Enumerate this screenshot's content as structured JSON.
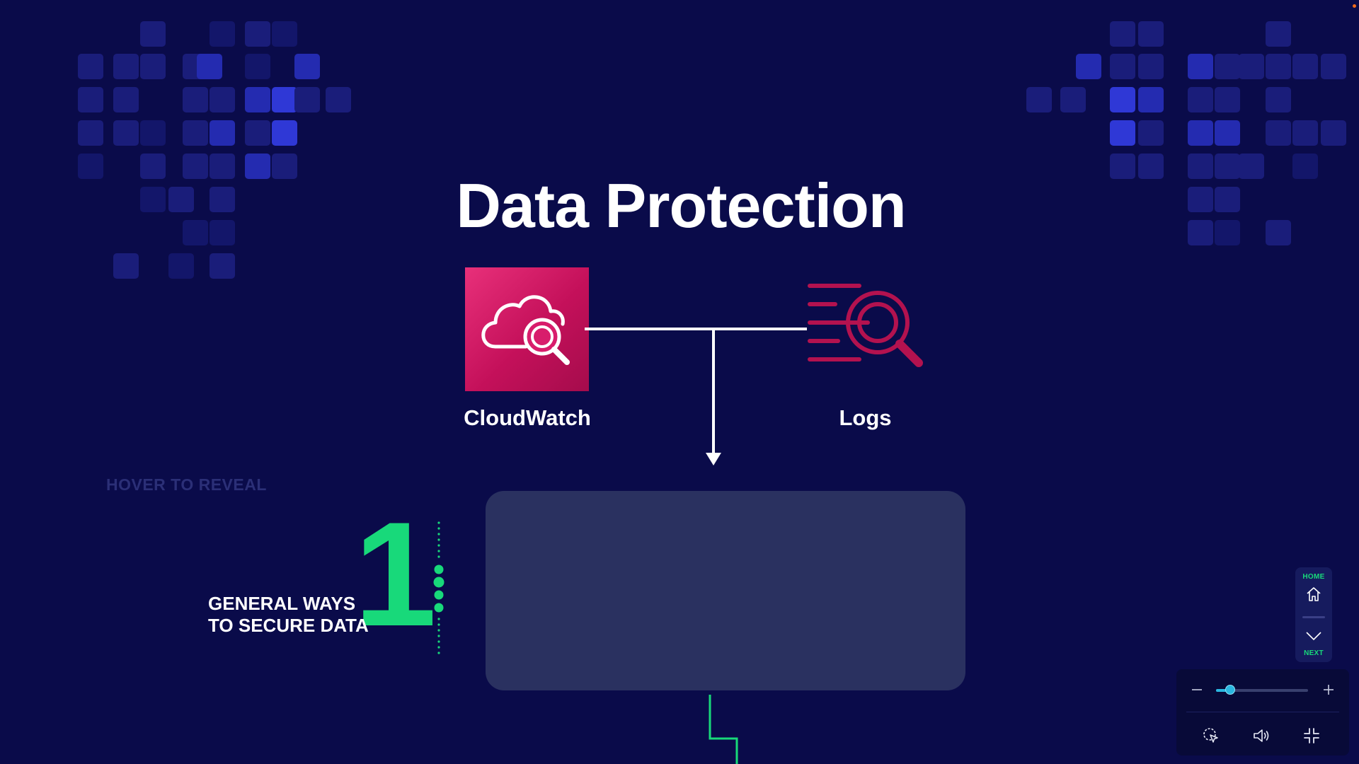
{
  "slide": {
    "title": "Data Protection",
    "hover_hint": "HOVER TO REVEAL",
    "section_number": "1",
    "section_label_line1": "GENERAL WAYS",
    "section_label_line2": "TO SECURE DATA",
    "current_dot": 2,
    "dot_count": 4
  },
  "diagram": {
    "source_label": "CloudWatch",
    "target_label": "Logs",
    "cloudwatch_icon": "cloud-search-icon",
    "logs_icon": "logs-search-icon"
  },
  "navigation": {
    "home_label": "HOME",
    "next_label": "NEXT",
    "home_icon": "home-icon",
    "next_icon": "chevron-down-icon"
  },
  "player": {
    "zoom_level": 0.15,
    "zoom_out_icon": "minus-icon",
    "zoom_in_icon": "plus-icon",
    "pointer_icon": "cursor-click-icon",
    "volume_icon": "speaker-icon",
    "collapse_icon": "collapse-icon"
  },
  "colors": {
    "background": "#0a0b4a",
    "accent_green": "#18d97a",
    "cloudwatch_pink": "#d6176a",
    "logs_red": "#b3124f",
    "panel": "#2a3160",
    "zoom_accent": "#2ab7e0"
  }
}
